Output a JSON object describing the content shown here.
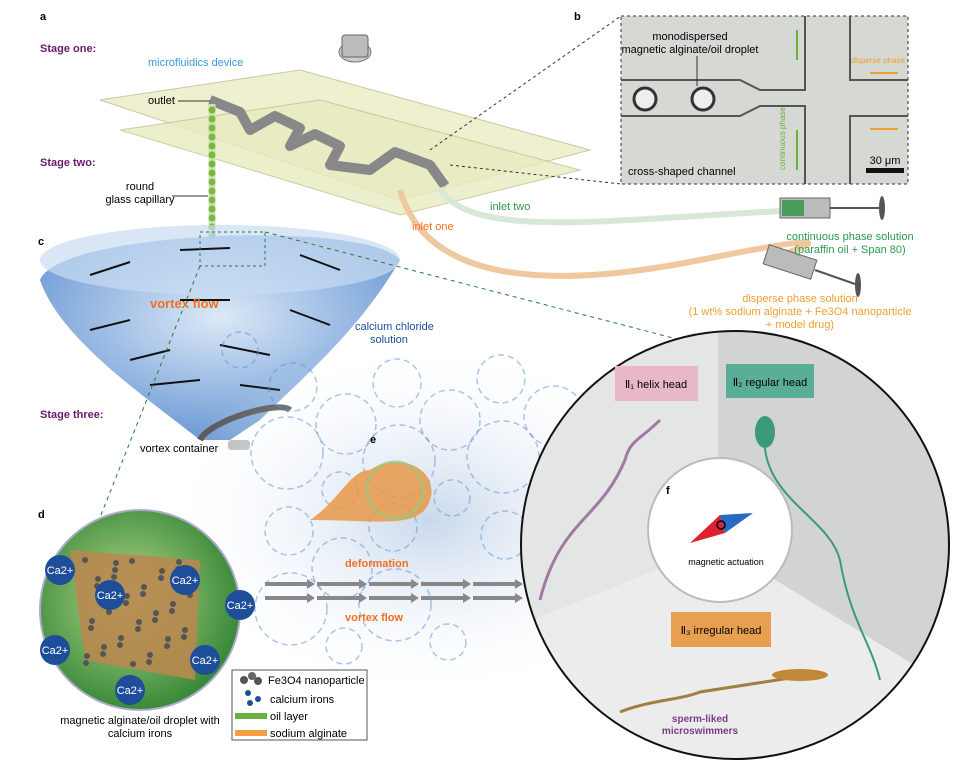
{
  "panels": {
    "a": "a",
    "b": "b",
    "c": "c",
    "d": "d",
    "e": "e",
    "f": "f"
  },
  "stages": {
    "one": "Stage one:",
    "two": "Stage two:",
    "three": "Stage three:"
  },
  "device": {
    "microfluidics": "microfluidics device",
    "outlet": "outlet",
    "capillary_line1": "round",
    "capillary_line2": "glass capillary",
    "inlet_one": "inlet one",
    "inlet_two": "inlet two"
  },
  "inset_b": {
    "droplet_line1": "monodispersed",
    "droplet_line2": "magnetic alginate/oil droplet",
    "channel": "cross-shaped channel",
    "continuous": "continuous phase",
    "disperse": "disperse phase",
    "scale": "30 μm"
  },
  "solutions": {
    "continuous_line1": "continuous phase solution",
    "continuous_line2": "(paraffin oil + Span 80)",
    "disperse_line1": "disperse phase solution",
    "disperse_line2": "(1 wt% sodium alginate + Fe3O4 nanoparticle",
    "disperse_line3": "+ model drug)"
  },
  "vortex": {
    "flow": "vortex flow",
    "cacl_line1": "calcium chloride",
    "cacl_line2": "solution",
    "container": "vortex container"
  },
  "droplet_d": {
    "ion": "Ca2+",
    "caption_line1": "magnetic alginate/oil droplet with",
    "caption_line2": "calcium irons"
  },
  "legend": {
    "fe3o4": "Fe3O4 nanoparticle",
    "calcium": "calcium irons",
    "oil": "oil layer",
    "alginate": "sodium alginate"
  },
  "panel_e": {
    "deformation": "deformation",
    "flow": "vortex flow"
  },
  "panel_f": {
    "helix": "Ⅱ₁ helix head",
    "regular": "Ⅱ₂ regular head",
    "irregular": "Ⅱ₃ irregular head",
    "actuation": "magnetic actuation",
    "swimmers_line1": "sperm-liked",
    "swimmers_line2": "microswimmers"
  },
  "colors": {
    "stage": "#6a1b6a",
    "blue_label": "#3a9ad9",
    "orange": "#f07020",
    "green": "#2a9a4a",
    "amber": "#f0a030",
    "helix": "#e8b8c8",
    "regular": "#5aae98",
    "irregular": "#e8a050",
    "ca": "#1e4e9a"
  }
}
